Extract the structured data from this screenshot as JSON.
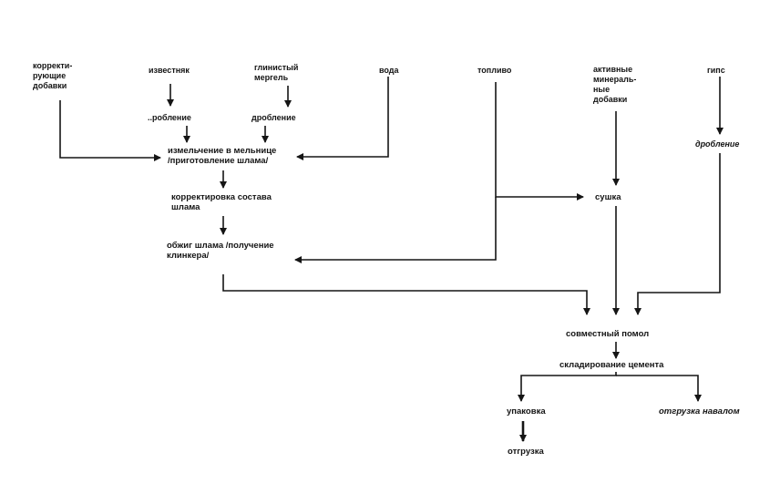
{
  "nodes": {
    "korrektiruyushchie": "корректи-\nрующие\nдобавки",
    "izvestnyak": "известняк",
    "glinistyy_mergel": "глинистый\nмергель",
    "voda": "вода",
    "toplivo": "топливо",
    "aktivnye": "активные\nминераль-\nные\nдобавки",
    "gips": "гипс",
    "droblenie_1": "..робление",
    "droblenie_2": "дробление",
    "droblenie_3": "дробление",
    "izmelchenie": "измельчение в мельнице\n/приготовление шлама/",
    "korrektirovka": "корректировка состава\nшлама",
    "sushka": "сушка",
    "obzhig": "обжиг шлама /получение\nклинкера/",
    "sovmestnyy_pomol": "совместный помол",
    "skladirovanie": "складирование цемента",
    "upakovka": "упаковка",
    "otgruzka_navalom": "отгрузка навалом",
    "otgruzka": "отгрузка"
  },
  "colors": {
    "line": "#151515",
    "text": "#141414",
    "background": "#ffffff"
  }
}
